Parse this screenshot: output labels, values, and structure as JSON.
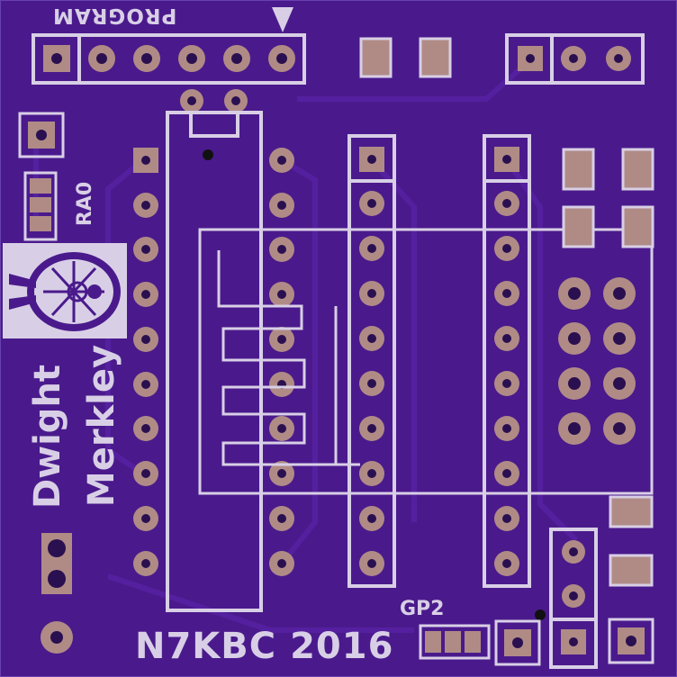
{
  "board": {
    "background": "#4a1a8c",
    "trace_color": "#55209f",
    "silk_color": "#d8cfe6",
    "pad_color": "#b08b86"
  },
  "labels": {
    "program": "PROGRAM",
    "ra0": "RA0",
    "name_first": "Dwight",
    "name_last": "Merkley",
    "footer": "N7KBC 2016",
    "gp2": "GP2"
  },
  "logo": {
    "icon": "millennium-falcon-icon"
  }
}
